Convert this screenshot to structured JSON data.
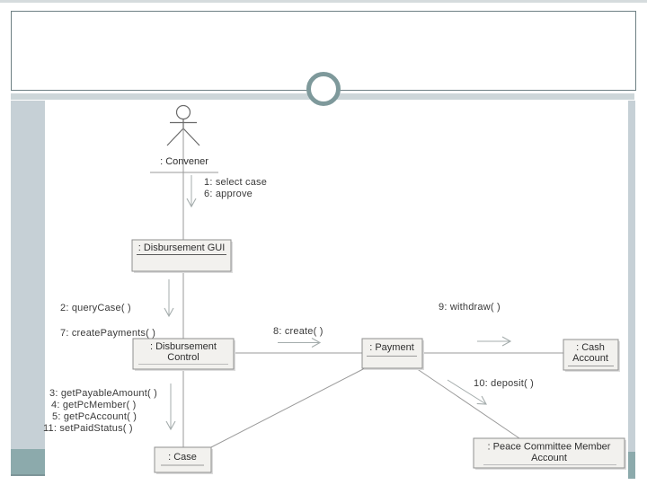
{
  "theme": {
    "accent_ring": "#7e999b",
    "sidebar": "#c6d0d6",
    "sidebar_accent": "#8caaac",
    "band": "#cdd6d9"
  },
  "diagram": {
    "actor": {
      "label": ": Convener"
    },
    "boxes": {
      "gui": {
        "label": ": Disbursement GUI"
      },
      "control": {
        "line1": ": Disbursement",
        "line2": "Control"
      },
      "payment": {
        "label": ": Payment"
      },
      "cash": {
        "line1": ": Cash",
        "line2": "Account"
      },
      "pcma": {
        "line1": ": Peace Committee Member",
        "line2": "Account"
      },
      "case": {
        "label": ": Case"
      }
    },
    "messages": {
      "m1": "1: select case",
      "m6": "6: approve",
      "m2": "2: queryCase( )",
      "m7": "7: createPayments( )",
      "m3": "3: getPayableAmount( )",
      "m4": "4: getPcMember( )",
      "m5": "5: getPcAccount( )",
      "m11": "11: setPaidStatus( )",
      "m8": "8: create( )",
      "m9": "9: withdraw( )",
      "m10": "10: deposit( )"
    }
  }
}
